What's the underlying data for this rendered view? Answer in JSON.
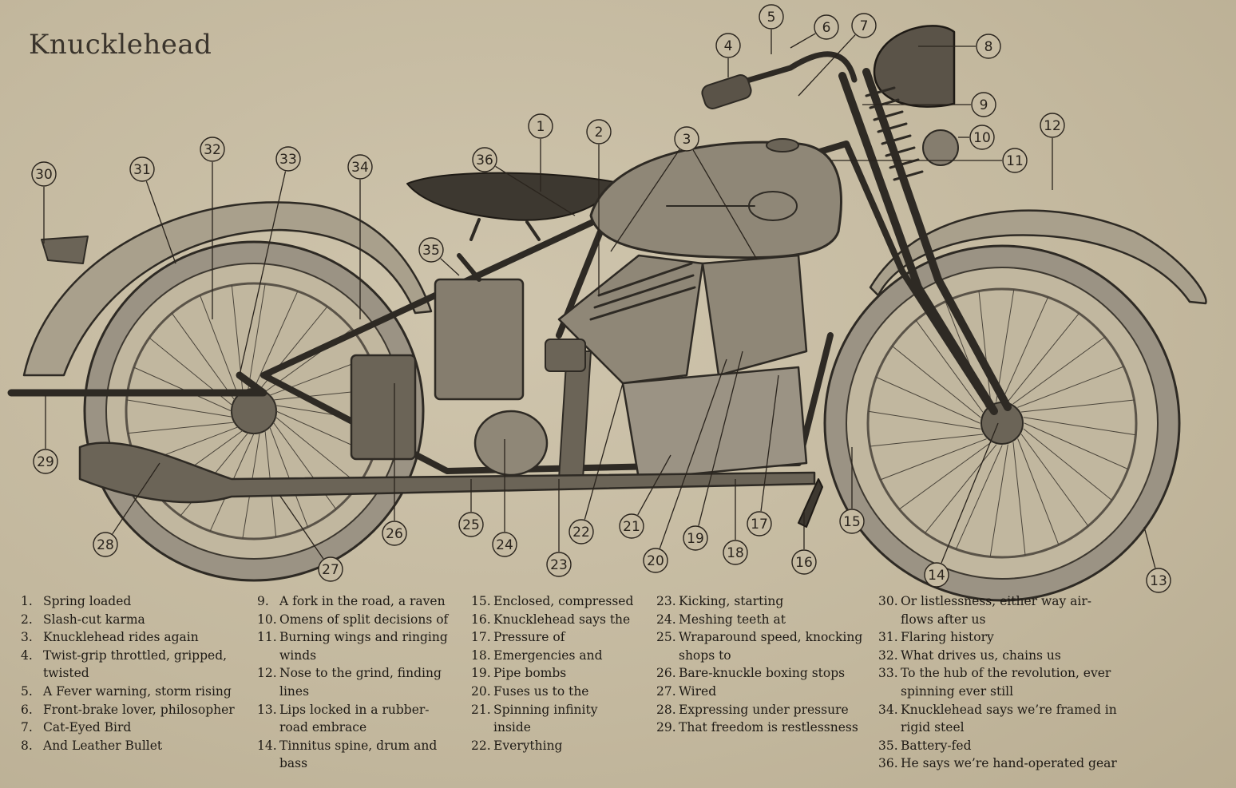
{
  "title": "Knucklehead",
  "colors": {
    "background": "#c6bba2",
    "ink": "#1e1a15",
    "bike": "#3d3830"
  },
  "callouts": [
    {
      "id": "1"
    },
    {
      "id": "2"
    },
    {
      "id": "3"
    },
    {
      "id": "4"
    },
    {
      "id": "5"
    },
    {
      "id": "6"
    },
    {
      "id": "7"
    },
    {
      "id": "8"
    },
    {
      "id": "9"
    },
    {
      "id": "10"
    },
    {
      "id": "11"
    },
    {
      "id": "12"
    },
    {
      "id": "13"
    },
    {
      "id": "14"
    },
    {
      "id": "15"
    },
    {
      "id": "16"
    },
    {
      "id": "17"
    },
    {
      "id": "18"
    },
    {
      "id": "19"
    },
    {
      "id": "20"
    },
    {
      "id": "21"
    },
    {
      "id": "22"
    },
    {
      "id": "23"
    },
    {
      "id": "24"
    },
    {
      "id": "25"
    },
    {
      "id": "26"
    },
    {
      "id": "27"
    },
    {
      "id": "28"
    },
    {
      "id": "29"
    },
    {
      "id": "30"
    },
    {
      "id": "31"
    },
    {
      "id": "32"
    },
    {
      "id": "33"
    },
    {
      "id": "34"
    },
    {
      "id": "35"
    },
    {
      "id": "36"
    }
  ],
  "legend": {
    "col1": [
      {
        "num": "1.",
        "text": "Spring loaded"
      },
      {
        "num": "2.",
        "text": "Slash-cut karma"
      },
      {
        "num": "3.",
        "text": "Knucklehead rides again"
      },
      {
        "num": "4.",
        "text": "Twist-grip throttled, gripped, twisted"
      },
      {
        "num": "5.",
        "text": "A Fever warning, storm rising"
      },
      {
        "num": "6.",
        "text": "Front-brake lover, philosopher"
      },
      {
        "num": "7.",
        "text": "Cat-Eyed Bird"
      },
      {
        "num": "8.",
        "text": "And Leather Bullet"
      }
    ],
    "col2": [
      {
        "num": "9.",
        "text": "A fork in the road, a raven"
      },
      {
        "num": "10.",
        "text": "Omens of split decisions of"
      },
      {
        "num": "11.",
        "text": "Burning wings and ringing winds"
      },
      {
        "num": "12.",
        "text": "Nose to the grind, finding lines"
      },
      {
        "num": "13.",
        "text": "Lips locked in a rubber-road embrace"
      },
      {
        "num": "14.",
        "text": "Tinnitus spine, drum and bass"
      }
    ],
    "col3": [
      {
        "num": "15.",
        "text": "Enclosed, compressed"
      },
      {
        "num": "16.",
        "text": "Knucklehead says the"
      },
      {
        "num": "17.",
        "text": "Pressure of"
      },
      {
        "num": "18.",
        "text": "Emergencies and"
      },
      {
        "num": "19.",
        "text": "Pipe bombs"
      },
      {
        "num": "20.",
        "text": "Fuses us to the"
      },
      {
        "num": "21.",
        "text": "Spinning infinity inside"
      },
      {
        "num": "22.",
        "text": "Everything"
      }
    ],
    "col4": [
      {
        "num": "23.",
        "text": "Kicking, starting"
      },
      {
        "num": "24.",
        "text": "Meshing teeth at"
      },
      {
        "num": "25.",
        "text": "Wraparound speed, knocking shops to"
      },
      {
        "num": "26.",
        "text": "Bare-knuckle boxing stops"
      },
      {
        "num": "27.",
        "text": "Wired"
      },
      {
        "num": "28.",
        "text": "Expressing under pressure"
      },
      {
        "num": "29.",
        "text": "That freedom is restlessness"
      }
    ],
    "col5": [
      {
        "num": "30.",
        "text": "Or listlessness, either way air-flows after us"
      },
      {
        "num": "31.",
        "text": "Flaring history"
      },
      {
        "num": "32.",
        "text": "What drives us, chains us"
      },
      {
        "num": "33.",
        "text": "To the hub of the revolution, ever spinning ever still"
      },
      {
        "num": "34.",
        "text": "Knucklehead says we’re framed in rigid steel"
      },
      {
        "num": "35.",
        "text": "Battery-fed"
      },
      {
        "num": "36.",
        "text": "He says we’re hand-operated gear"
      }
    ]
  }
}
